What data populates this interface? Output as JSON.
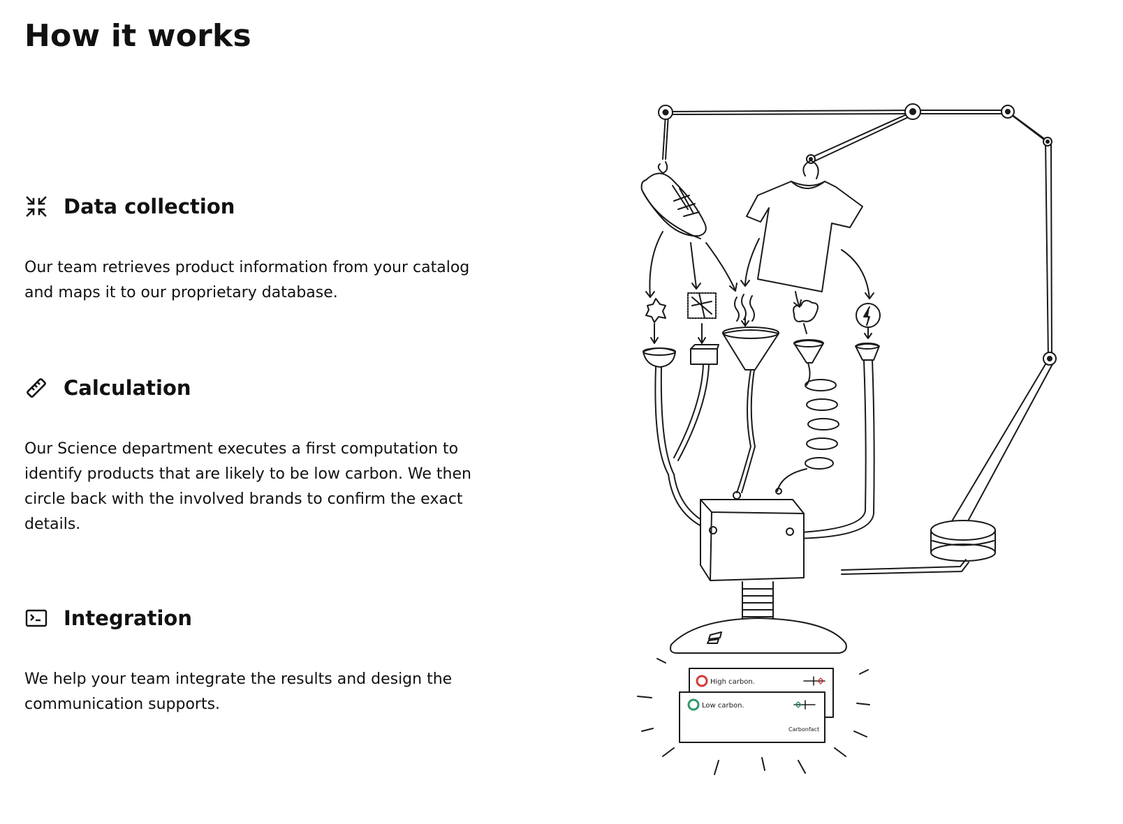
{
  "page": {
    "title": "How it works"
  },
  "steps": [
    {
      "icon": "compress-arrows-icon",
      "title": "Data collection",
      "text": "Our team retrieves product information from your catalog and maps it to our proprietary database."
    },
    {
      "icon": "ruler-icon",
      "title": "Calculation",
      "text": "Our Science department executes a first computation to identify products that are likely to be low carbon. We then circle back with the involved brands to confirm the exact details."
    },
    {
      "icon": "terminal-icon",
      "title": "Integration",
      "text": "We help your team integrate the results and design the communication supports."
    }
  ],
  "illustration": {
    "card_high": "High carbon.",
    "card_low": "Low carbon.",
    "card_brand": "Carbonfact",
    "colors": {
      "high": "#d33a3a",
      "low": "#2e9a6a",
      "ink": "#1a1a1a"
    }
  }
}
